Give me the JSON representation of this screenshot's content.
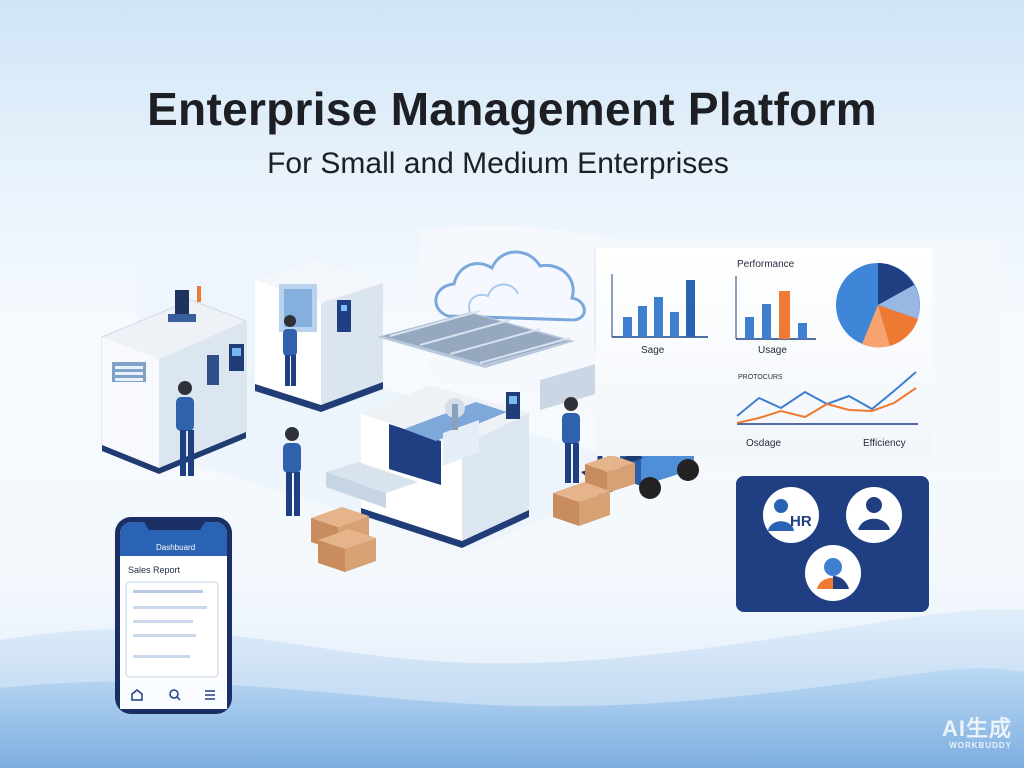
{
  "hero": {
    "title": "Enterprise Management Platform",
    "subtitle": "For Small and Medium Enterprises"
  },
  "dashboard": {
    "labels": {
      "chart1": "Sage",
      "chart2_title": "Performance",
      "chart2": "Usage",
      "line_title": "PROTOCURS",
      "line_left": "Osdage",
      "line_right": "Efficiency"
    }
  },
  "phone": {
    "header_title": "Dashbuard",
    "section_title": "Sales Report"
  },
  "people": {
    "hr_label": "HR"
  },
  "watermark": {
    "main": "AI生成",
    "sub": "WORKBUDDY"
  },
  "colors": {
    "navy": "#1f3f82",
    "blue": "#3f7fd0",
    "light_blue": "#9bc4ee",
    "orange": "#ef7a33"
  }
}
